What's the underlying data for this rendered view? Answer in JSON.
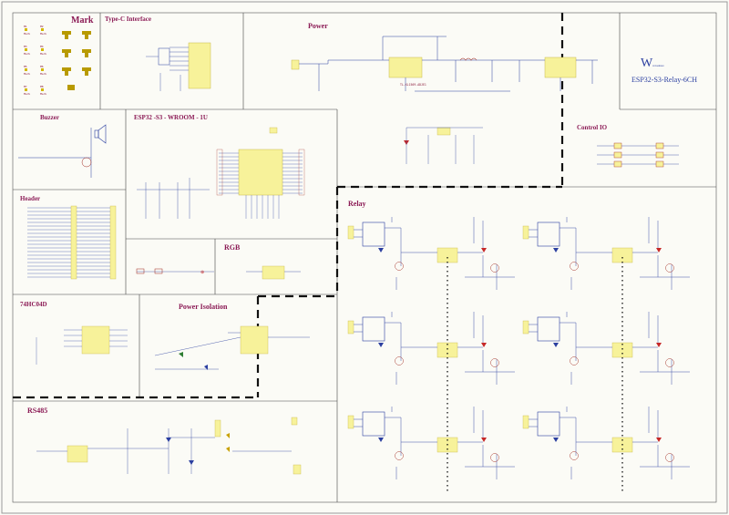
{
  "sections": {
    "mark": "Mark",
    "typec": "Type-C Interface",
    "power": "Power",
    "buzzer": "Buzzer",
    "esp32": "ESP32 -S3 - WROOM - 1U",
    "control_io": "Control IO",
    "header": "Header",
    "relay": "Relay",
    "rgb": "RGB",
    "hc04": "74HC04D",
    "power_isolation": "Power Isolation",
    "rs485": "RS485"
  },
  "title_block": {
    "board_name": "ESP32-S3-Relay-6CH"
  },
  "power": {
    "regulator": "TL-XL1509-ADJE1"
  },
  "relay": {
    "channels": 6,
    "colors": {
      "coil_box": "#f7f29a",
      "led": "#c62828",
      "wire": "#2b3fa0"
    }
  },
  "colors": {
    "section_title": "#8b1a55",
    "wire": "#2b3fa0",
    "component": "#a0281e",
    "highlight": "#f7f29a"
  }
}
